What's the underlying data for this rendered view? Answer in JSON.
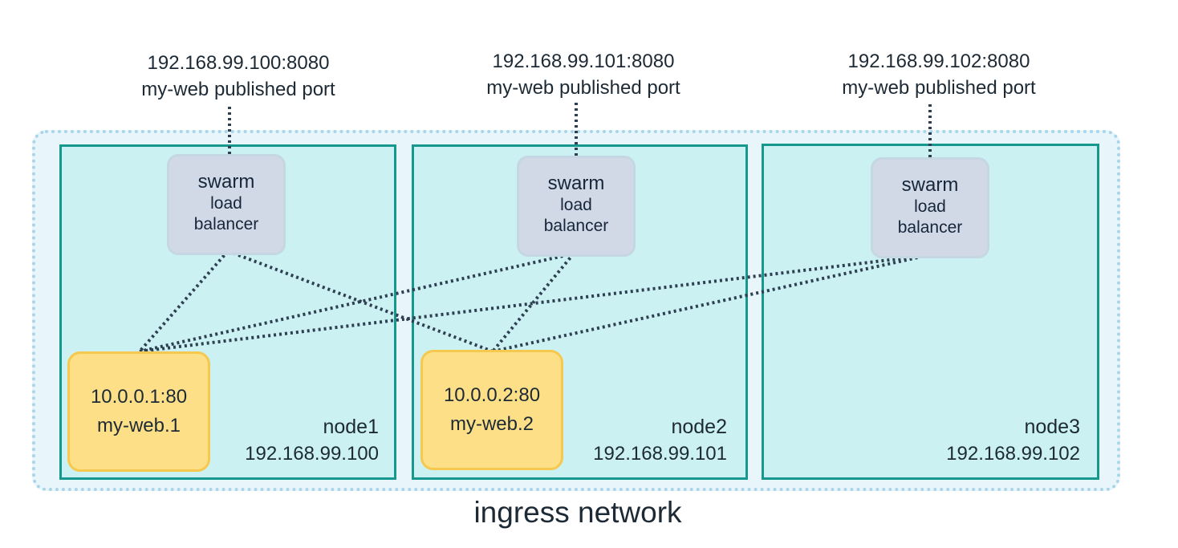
{
  "network": {
    "label": "ingress network"
  },
  "nodes": [
    {
      "name": "node1",
      "ip": "192.168.99.100",
      "port": {
        "address": "192.168.99.100:8080",
        "label": "my-web published port"
      },
      "load_balancer": {
        "line1": "swarm",
        "line2": "load",
        "line3": "balancer"
      },
      "task": {
        "address": "10.0.0.1:80",
        "name": "my-web.1"
      }
    },
    {
      "name": "node2",
      "ip": "192.168.99.101",
      "port": {
        "address": "192.168.99.101:8080",
        "label": "my-web published port"
      },
      "load_balancer": {
        "line1": "swarm",
        "line2": "load",
        "line3": "balancer"
      },
      "task": {
        "address": "10.0.0.2:80",
        "name": "my-web.2"
      }
    },
    {
      "name": "node3",
      "ip": "192.168.99.102",
      "port": {
        "address": "192.168.99.102:8080",
        "label": "my-web published port"
      },
      "load_balancer": {
        "line1": "swarm",
        "line2": "load",
        "line3": "balancer"
      }
    }
  ],
  "colors": {
    "node_border": "#17988f",
    "node_fill": "#ccf1f2",
    "task_fill": "#fddf87",
    "load_balancer_fill": "#d2d9e6",
    "link": "#2e3f52"
  }
}
